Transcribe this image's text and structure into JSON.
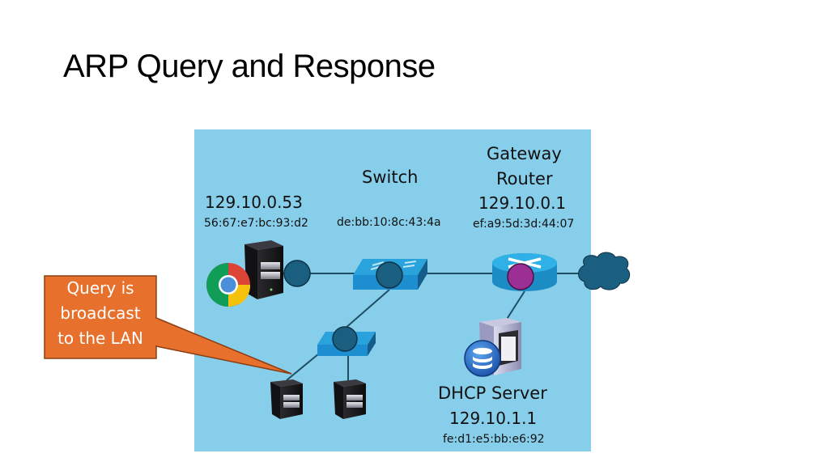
{
  "slide": {
    "title": "ARP Query and Response"
  },
  "colors": {
    "panel_bg": "#87ceeb",
    "port_dark": "#1a5f80",
    "port_gateway": "#9b2f94",
    "callout_fill": "#e8702d",
    "callout_border": "#8a3e12",
    "cloud": "#1a5f80",
    "link": "#1d4f63"
  },
  "nodes": {
    "client": {
      "ip": "129.10.0.53",
      "mac": "56:67:e7:bc:93:d2",
      "icon": "desktop-tower-with-chrome-icon"
    },
    "switch": {
      "name": "Switch",
      "mac": "de:bb:10:8c:43:4a",
      "icon": "network-switch-icon"
    },
    "gateway": {
      "name_line1": "Gateway",
      "name_line2": "Router",
      "ip": "129.10.0.1",
      "mac": "ef:a9:5d:3d:44:07",
      "icon": "router-icon"
    },
    "dhcp": {
      "name": "DHCP Server",
      "ip": "129.10.1.1",
      "mac": "fe:d1:e5:bb:e6:92",
      "icon": "database-server-icon"
    },
    "internet": {
      "icon": "cloud-icon"
    }
  },
  "callout": {
    "line1": "Query is",
    "line2": "broadcast",
    "line3": "to the LAN"
  }
}
